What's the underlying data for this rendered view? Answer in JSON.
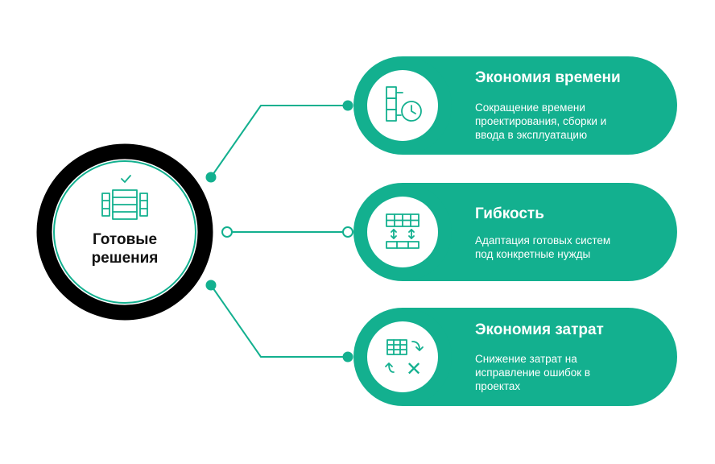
{
  "colors": {
    "accent": "#13b08f",
    "ring": "#000000",
    "background": "#ffffff",
    "card_text": "#ffffff",
    "hub_text": "#111111"
  },
  "hub": {
    "icon": "table-check-icon",
    "title_lines": [
      "Готовые",
      "решения"
    ]
  },
  "benefits": [
    {
      "icon": "blocks-clock-icon",
      "title": "Экономия времени",
      "description_lines": [
        "Сокращение времени",
        "проектирования, сборки и",
        "ввода в эксплуатацию"
      ]
    },
    {
      "icon": "table-adjust-icon",
      "title": "Гибкость",
      "description_lines": [
        "Адаптация готовых систем",
        "под конкретные нужды"
      ]
    },
    {
      "icon": "table-error-fix-icon",
      "title": "Экономия затрат",
      "description_lines": [
        "Снижение затрат на",
        "исправление ошибок в",
        "проектах"
      ]
    }
  ]
}
